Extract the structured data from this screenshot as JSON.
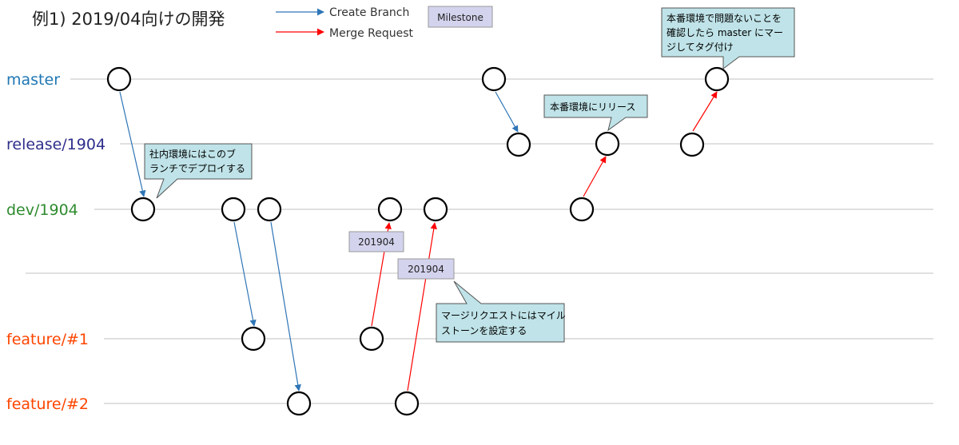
{
  "title": "例1) 2019/04向けの開発",
  "legend": {
    "create_branch": "Create Branch",
    "merge_request": "Merge Request",
    "milestone": "Milestone",
    "create_color": "#2e75b6",
    "merge_color": "#ff0000"
  },
  "branches": [
    {
      "id": "master",
      "label": "master",
      "color": "#1f77b4"
    },
    {
      "id": "release",
      "label": "release/1904",
      "color": "#2e2e8c"
    },
    {
      "id": "dev",
      "label": "dev/1904",
      "color": "#2e8b2e"
    },
    {
      "id": "feature1",
      "label": "feature/#1",
      "color": "#ff4500"
    },
    {
      "id": "feature2",
      "label": "feature/#2",
      "color": "#ff4500"
    }
  ],
  "milestone_tags": [
    "201904",
    "201904"
  ],
  "callouts": {
    "dev_deploy": [
      "社内環境にはこのブ",
      "ランチでデプロイする"
    ],
    "release_prod": [
      "本番環境にリリース"
    ],
    "master_tag": [
      "本番環境で問題ないことを",
      "確認したら master にマー",
      "ジしてタグ付け"
    ],
    "mr_milestone": [
      "マージリクエストにはマイル",
      "ストーンを設定する"
    ]
  },
  "colors": {
    "callout_fill": "#bfe3e8",
    "milestone_fill": "#d3d3ee",
    "line": "#c0c0c0"
  }
}
